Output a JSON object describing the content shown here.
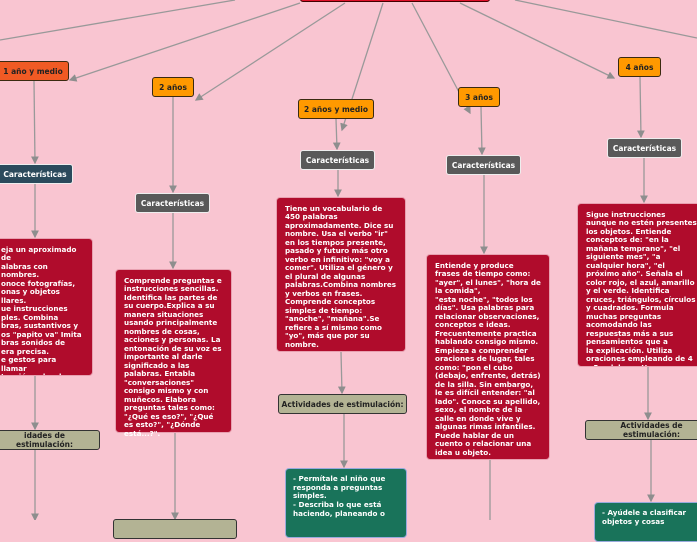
{
  "branches": [
    {
      "age": "1 año y medio",
      "characteristics": "Características",
      "description": "eja un aproximado de\nalabras con nombres.\nonoce fotografías,\nonas y objetos\nllares.\nue instrucciones\nples. Combina\nbras, sustantivos y\nos \"papito va\" Imita\nbras sonidos de\nera precisa.\ne gestos para llamar\ntención sobre lo\ncado. Canta canciones\ncillas",
      "activities": "idades de estimulación:"
    },
    {
      "age": "2 años",
      "characteristics": "Características",
      "description": "Comprende preguntas e instrucciones sencillas. Identifica las partes de su cuerpo.Explica a su manera situaciones usando principalmente nombres de cosas, acciones y personas. La entonación de su voz es importante al darle significado a las palabras. Entabla \"conversaciones\" consigo mismo y con muñecos. Elabora preguntas tales como: \"¿Qué es eso?\", \"¿Qué es esto?\", \"¿Dónde está...?\"."
    },
    {
      "age": "2 años y medio",
      "characteristics": "Características",
      "description": "Tiene un vocabulario de 450 palabras aproximadamente. Dice su nombre. Usa el verbo \"ir\" en los tiempos presente, pasado y futuro más otro verbo en infinitivo: \"voy a comer\". Utiliza el género y el plural de algunas palabras.Combina nombres y verbos en frases. Comprende conceptos simples de tiempo: \"anoche\", \"mañana\".Se refiere a sí mismo como \"yo\", más que por su nombre.",
      "activities": "Actividades de estimulación:",
      "tips": "- Permítale al niño que responda a preguntas simples.\n- Describa lo que está haciendo, planeando o"
    },
    {
      "age": "3 años",
      "characteristics": "Características",
      "description": "Entiende y produce frases de tiempo como: \"ayer\", el lunes\", \"hora de la comida\",\n\"esta noche\", \"todos los días\". Usa palabras para relacionar observaciones, conceptos e ideas. Frecuentemente practica hablando consigo mismo. Empieza a comprender oraciones de lugar, tales como: \"pon el cubo (debajo, enfrente, detrás) de la silla. Sin embargo, le es difícil entender: \"al lado\". Conoce su apellido, sexo, el nombre de la calle en donde vive y algunas rimas infantiles. Puede hablar de un cuento o relacionar una idea u objeto."
    },
    {
      "age": "4 años",
      "characteristics": "Características",
      "description": "Sigue instrucciones aunque no estén presentes los objetos. Entiende conceptos de: \"en la mañana temprano\", \"el siguiente mes\", \"a cualquier hora\", \"el próximo año\". Señala el color rojo, el azul, amarillo y el verde. Identifica cruces, triángulos, círculos y cuadrados. Formula muchas preguntas acomodando las respuestas más a sus pensamientos que a\nla explicación. Utiliza oraciones empleando de 4 a 5 palabras. Hace preguntas usando: \"Quién\", \"¿Por qué?\" Utiliza oraciones complejas.",
      "activities": "Actividades de estimulación:",
      "tips": "- Ayúdele a clasificar\nobjetos y cosas"
    }
  ]
}
